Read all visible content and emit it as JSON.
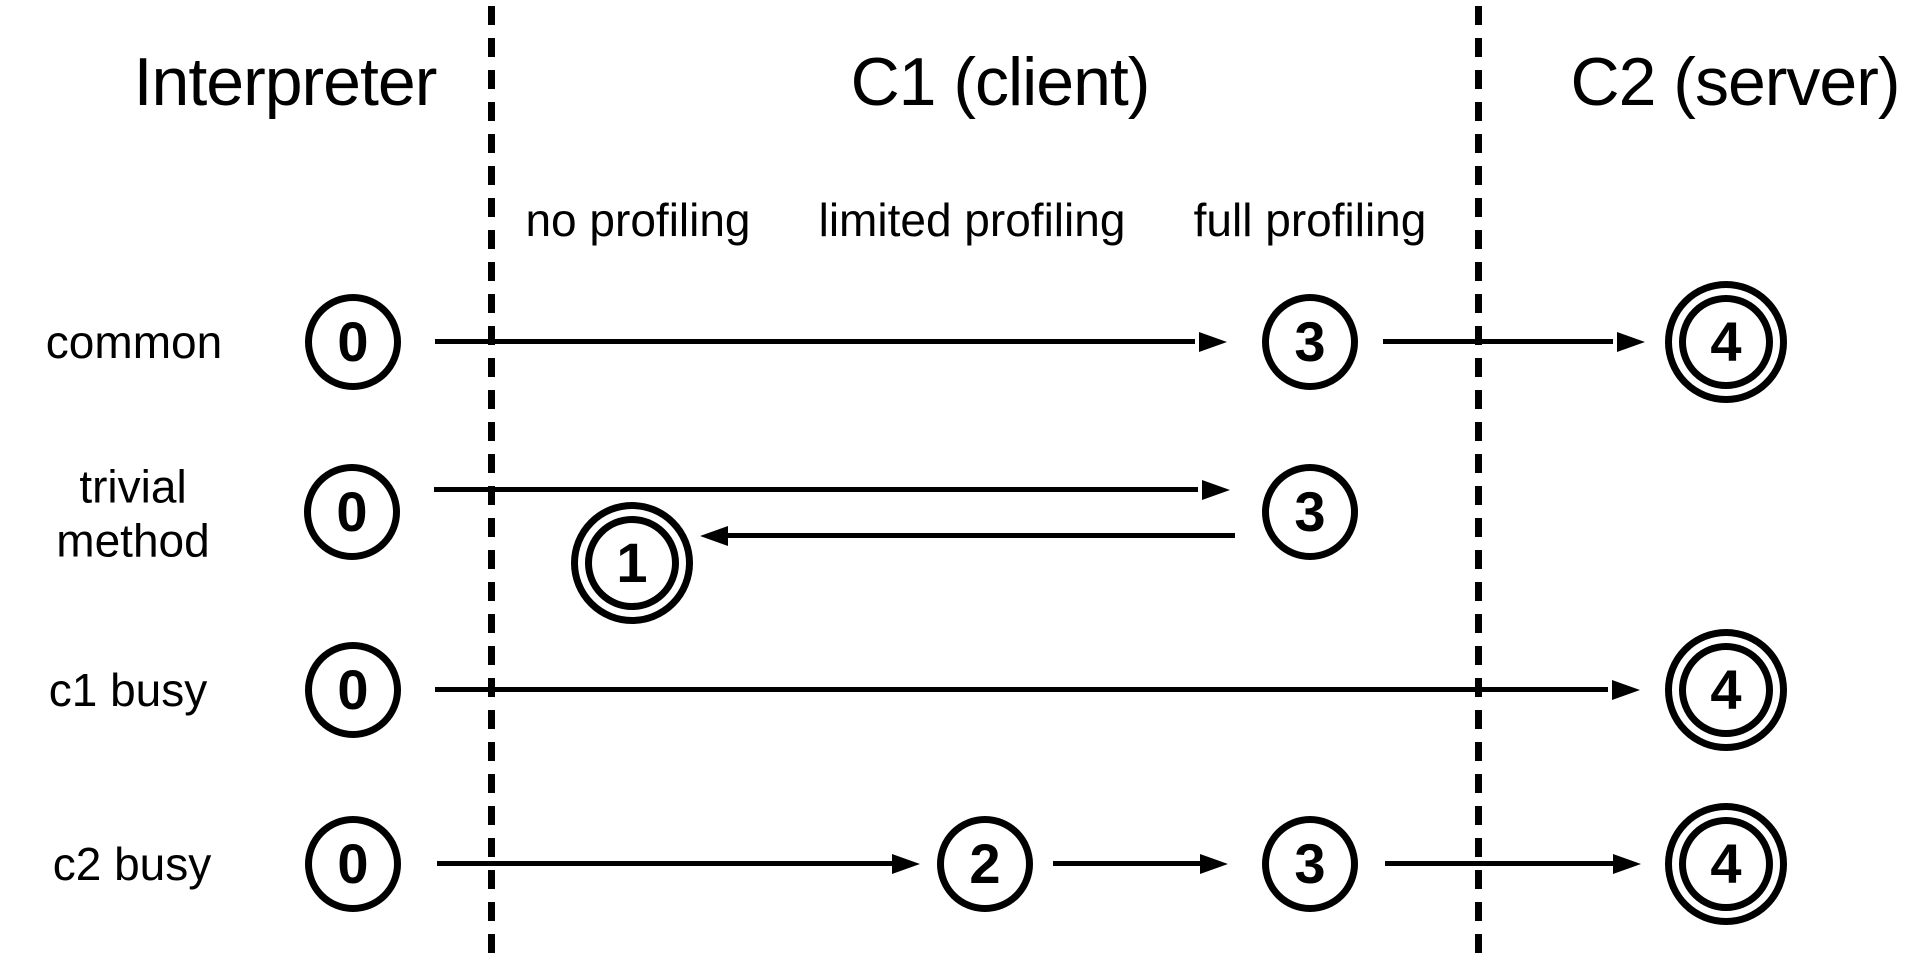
{
  "colors": {
    "ink": "#000000",
    "background": "#ffffff"
  },
  "diagram": {
    "columns": {
      "interpreter": "Interpreter",
      "c1": "C1 (client)",
      "c2": "C2 (server)"
    },
    "c1_modes": [
      "no profiling",
      "limited profiling",
      "full profiling"
    ],
    "rows": [
      {
        "label": "common",
        "nodes": [
          {
            "value": "0",
            "tier": "interpreter",
            "final": false
          },
          {
            "value": "3",
            "tier": "c1-full-profiling",
            "final": false
          },
          {
            "value": "4",
            "tier": "c2",
            "final": true
          }
        ],
        "transitions": [
          "0→3",
          "3→4"
        ]
      },
      {
        "label": "trivial\nmethod",
        "nodes": [
          {
            "value": "0",
            "tier": "interpreter",
            "final": false
          },
          {
            "value": "3",
            "tier": "c1-full-profiling",
            "final": false
          },
          {
            "value": "1",
            "tier": "c1-no-profiling",
            "final": true
          }
        ],
        "transitions": [
          "0→3",
          "3→1"
        ]
      },
      {
        "label": "c1 busy",
        "nodes": [
          {
            "value": "0",
            "tier": "interpreter",
            "final": false
          },
          {
            "value": "4",
            "tier": "c2",
            "final": true
          }
        ],
        "transitions": [
          "0→4"
        ]
      },
      {
        "label": "c2 busy",
        "nodes": [
          {
            "value": "0",
            "tier": "interpreter",
            "final": false
          },
          {
            "value": "2",
            "tier": "c1-limited-profiling",
            "final": false
          },
          {
            "value": "3",
            "tier": "c1-full-profiling",
            "final": false
          },
          {
            "value": "4",
            "tier": "c2",
            "final": true
          }
        ],
        "transitions": [
          "0→2",
          "2→3",
          "3→4"
        ]
      }
    ]
  }
}
